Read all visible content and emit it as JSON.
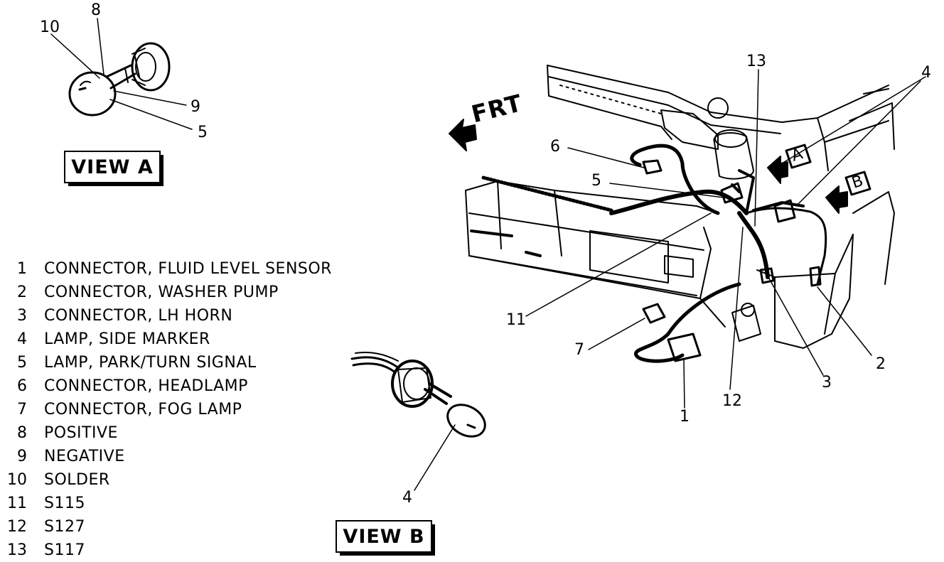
{
  "legend": [
    {
      "num": "1",
      "text": "CONNECTOR, FLUID LEVEL SENSOR"
    },
    {
      "num": "2",
      "text": "CONNECTOR, WASHER PUMP"
    },
    {
      "num": "3",
      "text": "CONNECTOR, LH HORN"
    },
    {
      "num": "4",
      "text": "LAMP, SIDE MARKER"
    },
    {
      "num": "5",
      "text": "LAMP, PARK/TURN SIGNAL"
    },
    {
      "num": "6",
      "text": "CONNECTOR, HEADLAMP"
    },
    {
      "num": "7",
      "text": "CONNECTOR, FOG LAMP"
    },
    {
      "num": "8",
      "text": "POSITIVE"
    },
    {
      "num": "9",
      "text": "NEGATIVE"
    },
    {
      "num": "10",
      "text": "SOLDER"
    },
    {
      "num": "11",
      "text": "S115"
    },
    {
      "num": "12",
      "text": "S127"
    },
    {
      "num": "13",
      "text": "S117"
    }
  ],
  "views": {
    "a_label": "VIEW A",
    "b_label": "VIEW B",
    "arrow_a": "A",
    "arrow_b": "B"
  },
  "front_label": "FRT",
  "callouts": {
    "view_a": {
      "c8": "8",
      "c10": "10",
      "c9": "9",
      "c5": "5"
    },
    "view_b": {
      "c4": "4"
    },
    "main": {
      "c13": "13",
      "c4": "4",
      "c6": "6",
      "c5": "5",
      "c11": "11",
      "c7": "7",
      "c1": "1",
      "c12": "12",
      "c3": "3",
      "c2": "2"
    }
  }
}
